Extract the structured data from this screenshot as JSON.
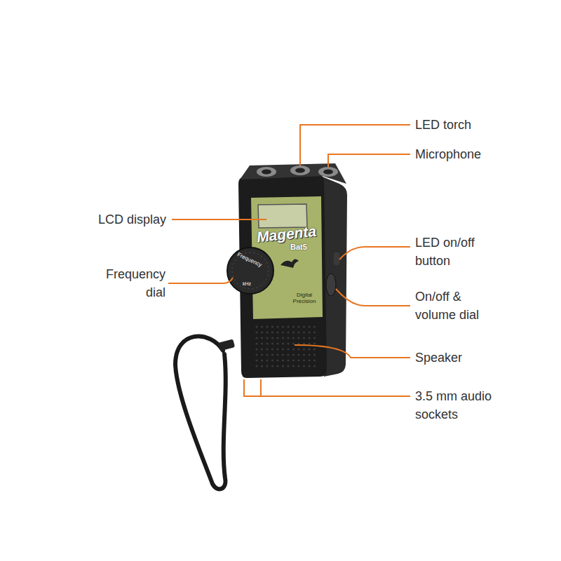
{
  "diagram": {
    "labels": [
      "LED torch",
      "Microphone",
      "LCD display",
      "Frequency dial",
      "LED on/off button",
      "On/off & volume dial",
      "Speaker",
      "3.5 mm audio sockets",
      "Magenta",
      "Bat5",
      "Frequency",
      "kHz",
      "Digital Precision"
    ]
  }
}
